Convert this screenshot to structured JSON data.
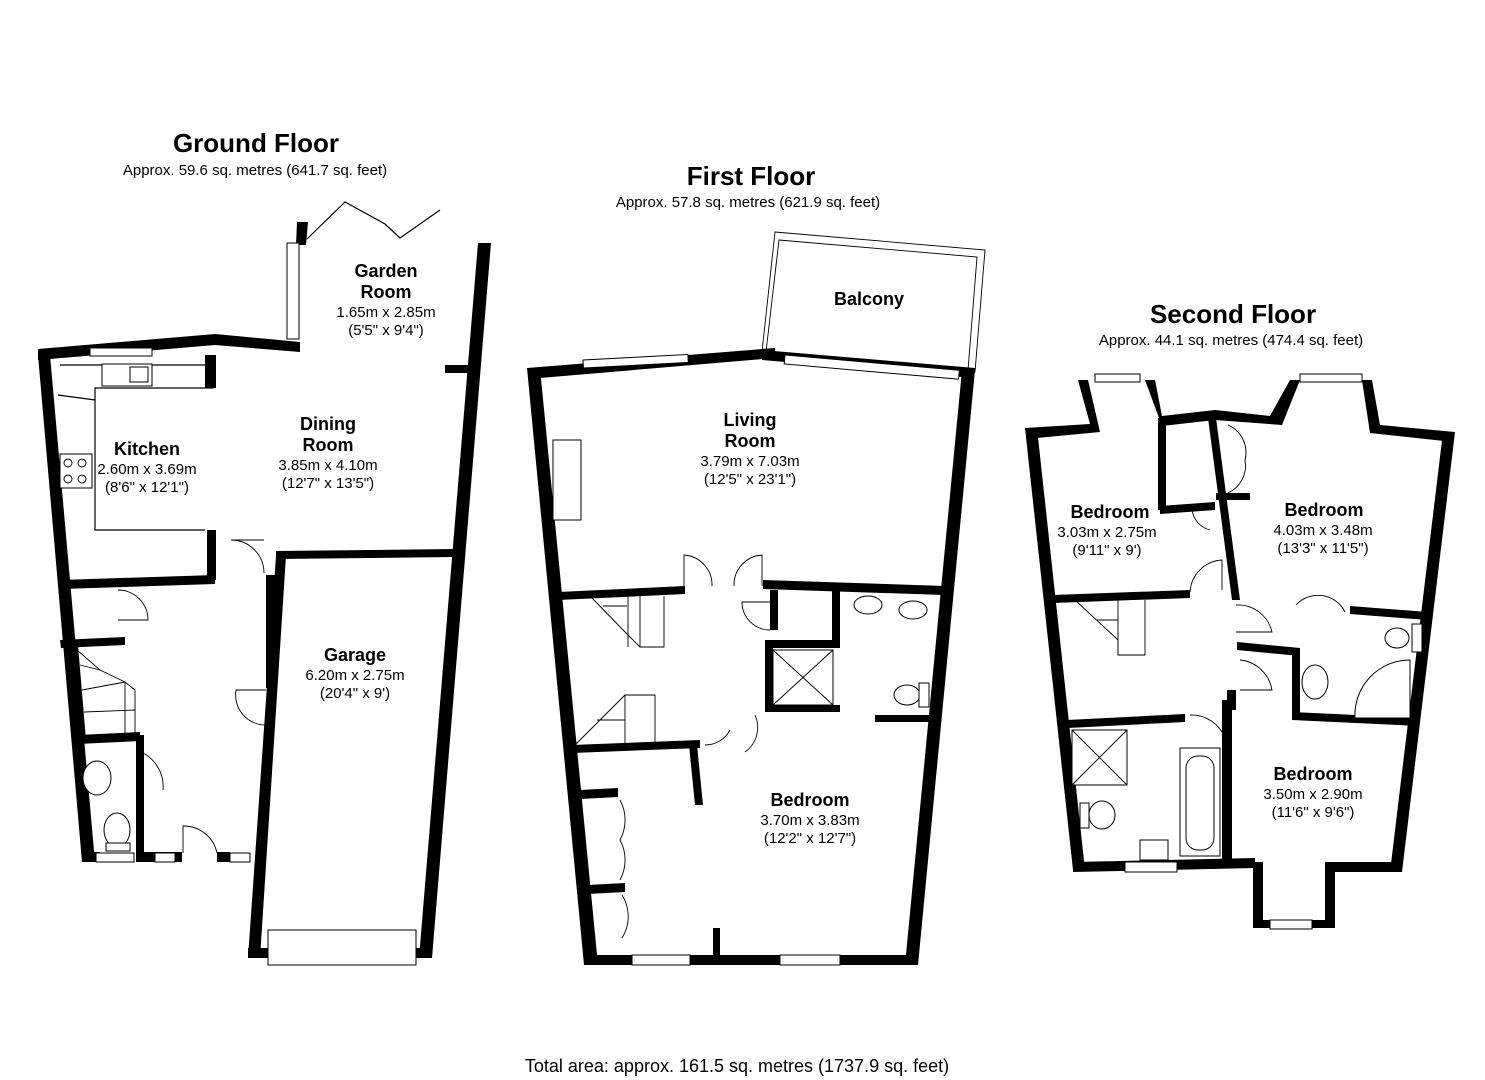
{
  "floors": [
    {
      "title": "Ground Floor",
      "area": "Approx. 59.6 sq. metres (641.7 sq. feet)",
      "rooms": [
        {
          "name": "Garden",
          "name2": "Room",
          "metric": "1.65m x 2.85m",
          "imperial": "(5'5\" x 9'4\")"
        },
        {
          "name": "Dining",
          "name2": "Room",
          "metric": "3.85m x 4.10m",
          "imperial": "(12'7\" x 13'5\")"
        },
        {
          "name": "Kitchen",
          "metric": "2.60m x 3.69m",
          "imperial": "(8'6\" x 12'1\")"
        },
        {
          "name": "Garage",
          "metric": "6.20m x 2.75m",
          "imperial": "(20'4\" x 9')"
        }
      ]
    },
    {
      "title": "First Floor",
      "area": "Approx. 57.8 sq. metres (621.9 sq. feet)",
      "rooms": [
        {
          "name": "Balcony"
        },
        {
          "name": "Living",
          "name2": "Room",
          "metric": "3.79m x 7.03m",
          "imperial": "(12'5\" x 23'1\")"
        },
        {
          "name": "Bedroom",
          "metric": "3.70m x 3.83m",
          "imperial": "(12'2\" x 12'7\")"
        }
      ]
    },
    {
      "title": "Second Floor",
      "area": "Approx. 44.1 sq. metres (474.4 sq. feet)",
      "rooms": [
        {
          "name": "Bedroom",
          "metric": "3.03m x 2.75m",
          "imperial": "(9'11\" x 9')"
        },
        {
          "name": "Bedroom",
          "metric": "4.03m x 3.48m",
          "imperial": "(13'3\" x 11'5\")"
        },
        {
          "name": "Bedroom",
          "metric": "3.50m x 2.90m",
          "imperial": "(11'6\" x 9'6\")"
        }
      ]
    }
  ],
  "total_area": "Total area: approx. 161.5 sq. metres (1737.9 sq. feet)"
}
